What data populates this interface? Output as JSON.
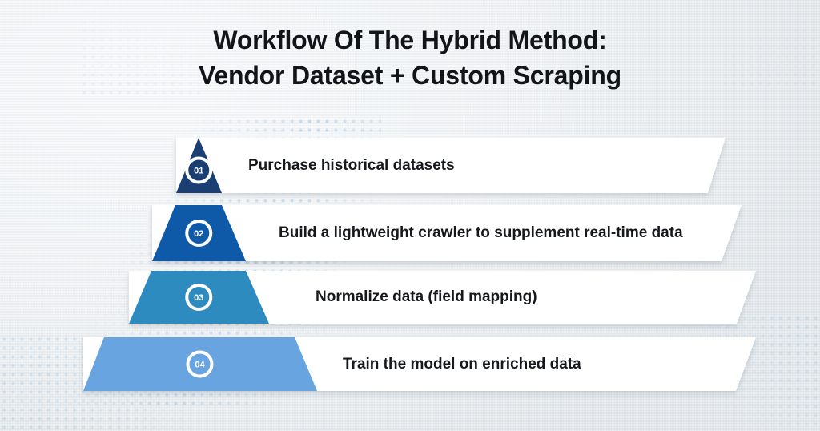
{
  "title": {
    "line1": "Workflow Of The Hybrid Method:",
    "line2": "Vendor Dataset + Custom Scraping"
  },
  "theme": {
    "background": "#e3e8ec",
    "band_fill": "#ffffff",
    "text_color": "#15181c",
    "title_color": "#111418",
    "dot_pattern_color": "#9dc2de"
  },
  "steps": [
    {
      "number": "01",
      "label": "Purchase historical datasets",
      "color": "#1b3f73",
      "shape": "triangle"
    },
    {
      "number": "02",
      "label": "Build a lightweight crawler to supplement real-time data",
      "color": "#0f5aa8",
      "shape": "trapezoid"
    },
    {
      "number": "03",
      "label": "Normalize data (field mapping)",
      "color": "#2e8bc0",
      "shape": "trapezoid"
    },
    {
      "number": "04",
      "label": "Train the model on enriched data",
      "color": "#68a5e0",
      "shape": "trapezoid"
    }
  ]
}
